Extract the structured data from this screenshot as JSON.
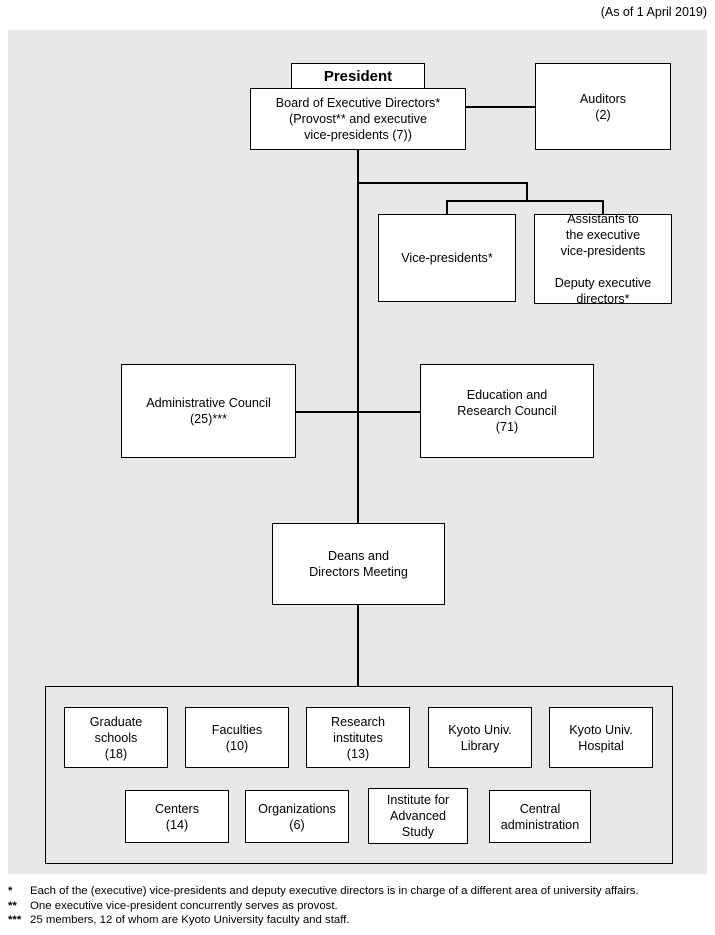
{
  "header": {
    "as_of": "(As of 1 April 2019)"
  },
  "nodes": {
    "president": {
      "label": "President"
    },
    "board": {
      "label": "Board of Executive Directors*\n(Provost** and executive\nvice-presidents (7))"
    },
    "auditors": {
      "label": "Auditors\n(2)"
    },
    "vice_presidents": {
      "label": "Vice-presidents*"
    },
    "assistants": {
      "label": "Assistants to\nthe executive\nvice-presidents\n\nDeputy executive\ndirectors*"
    },
    "administrative_council": {
      "label": "Administrative Council\n(25)***"
    },
    "education_research_council": {
      "label": "Education and\nResearch Council\n(71)"
    },
    "deans_directors": {
      "label": "Deans and\nDirectors Meeting"
    }
  },
  "units": {
    "row1": [
      {
        "label": "Graduate\nschools\n(18)"
      },
      {
        "label": "Faculties\n(10)"
      },
      {
        "label": "Research\ninstitutes\n(13)"
      },
      {
        "label": "Kyoto Univ.\nLibrary"
      },
      {
        "label": "Kyoto Univ.\nHospital"
      }
    ],
    "row2": [
      {
        "label": "Centers\n(14)"
      },
      {
        "label": "Organizations\n(6)"
      },
      {
        "label": "Institute for\nAdvanced\nStudy"
      },
      {
        "label": "Central\nadministration"
      }
    ]
  },
  "notes": [
    {
      "mark": "*",
      "text": "Each of the (executive) vice-presidents and deputy executive directors is in charge of a different area of university affairs."
    },
    {
      "mark": "**",
      "text": "One executive vice-president concurrently serves as provost."
    },
    {
      "mark": "***",
      "text": "25 members, 12 of whom are Kyoto University faculty and staff."
    }
  ],
  "colors": {
    "panel_bg": "#e8e8e8",
    "box_bg": "#ffffff",
    "line": "#000000"
  }
}
